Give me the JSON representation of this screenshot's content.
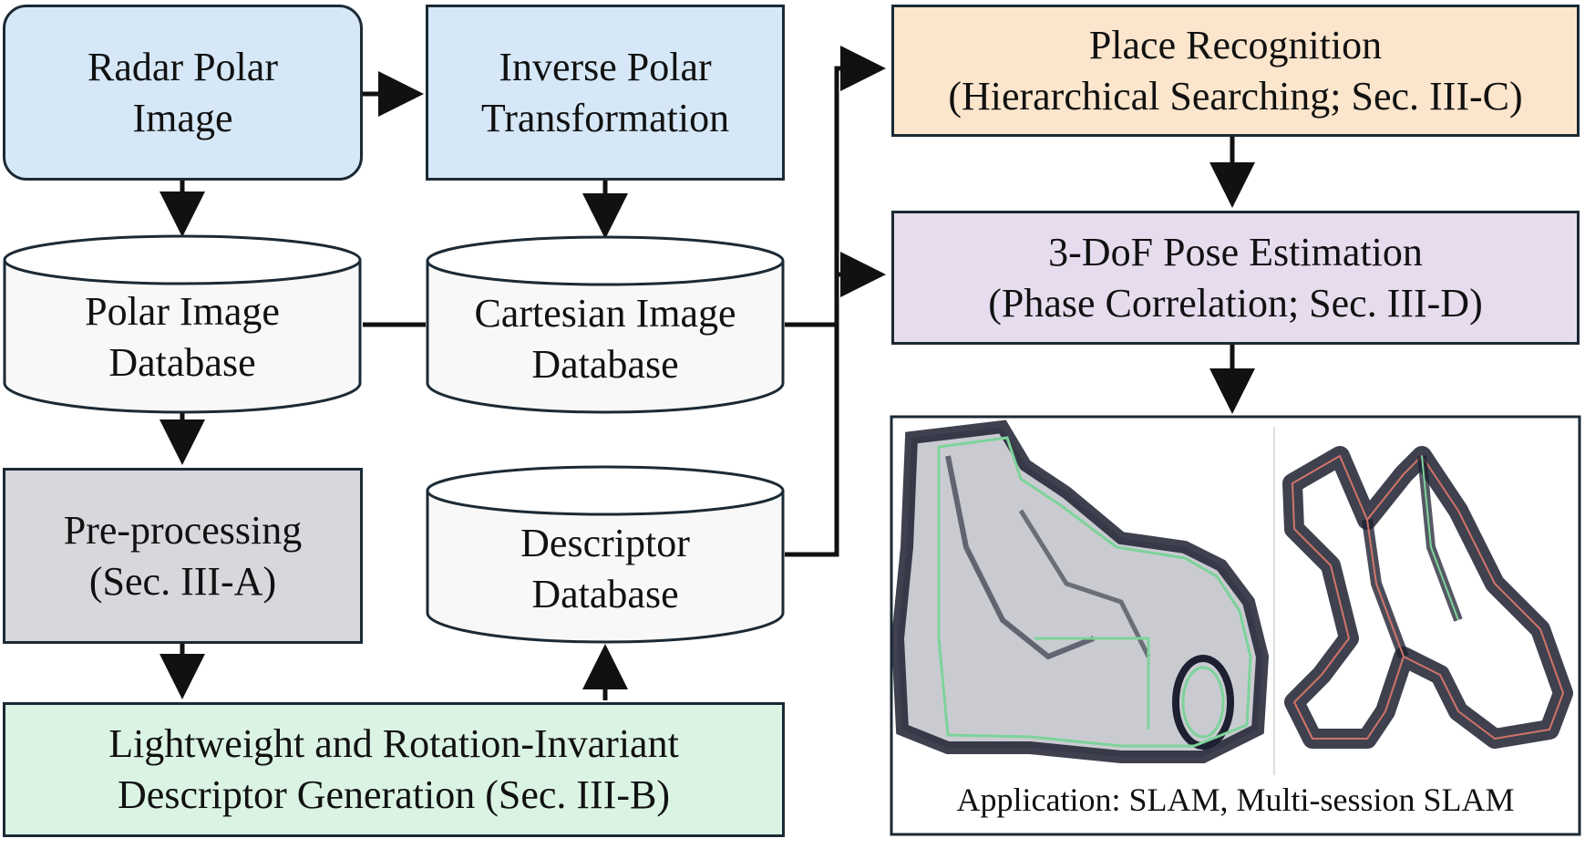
{
  "nodes": {
    "radar_polar_image": {
      "line1": "Radar Polar",
      "line2": "Image",
      "fill": "#d6e8f7"
    },
    "inverse_polar": {
      "line1": "Inverse Polar",
      "line2": "Transformation",
      "fill": "#d6e8f7"
    },
    "polar_db": {
      "line1": "Polar Image",
      "line2": "Database",
      "fill": "#f7f8f7"
    },
    "cartesian_db": {
      "line1": "Cartesian Image",
      "line2": "Database",
      "fill": "#f7f8f7"
    },
    "preprocessing": {
      "line1": "Pre-processing",
      "line2": "(Sec. III-A)",
      "fill": "#d7d8dc"
    },
    "descriptor_db": {
      "line1": "Descriptor",
      "line2": "Database",
      "fill": "#f7f8f7"
    },
    "descriptor_gen": {
      "line1": "Lightweight and Rotation-Invariant",
      "line2": "Descriptor Generation (Sec. III-B)",
      "fill": "#dbf3e3"
    },
    "place_recognition": {
      "line1": "Place Recognition",
      "line2": "(Hierarchical Searching; Sec. III-C)",
      "fill": "#fbe5cc"
    },
    "pose_estimation": {
      "line1": "3-DoF Pose Estimation",
      "line2": "(Phase Correlation; Sec. III-D)",
      "fill": "#e6dcee"
    }
  },
  "application": {
    "caption": "Application: SLAM, Multi-session SLAM"
  },
  "colors": {
    "stroke": "#1b2a35",
    "map_ink": "#1d2030",
    "trajectory_green": "#7dd39a",
    "trajectory_red": "#e07a6a"
  }
}
